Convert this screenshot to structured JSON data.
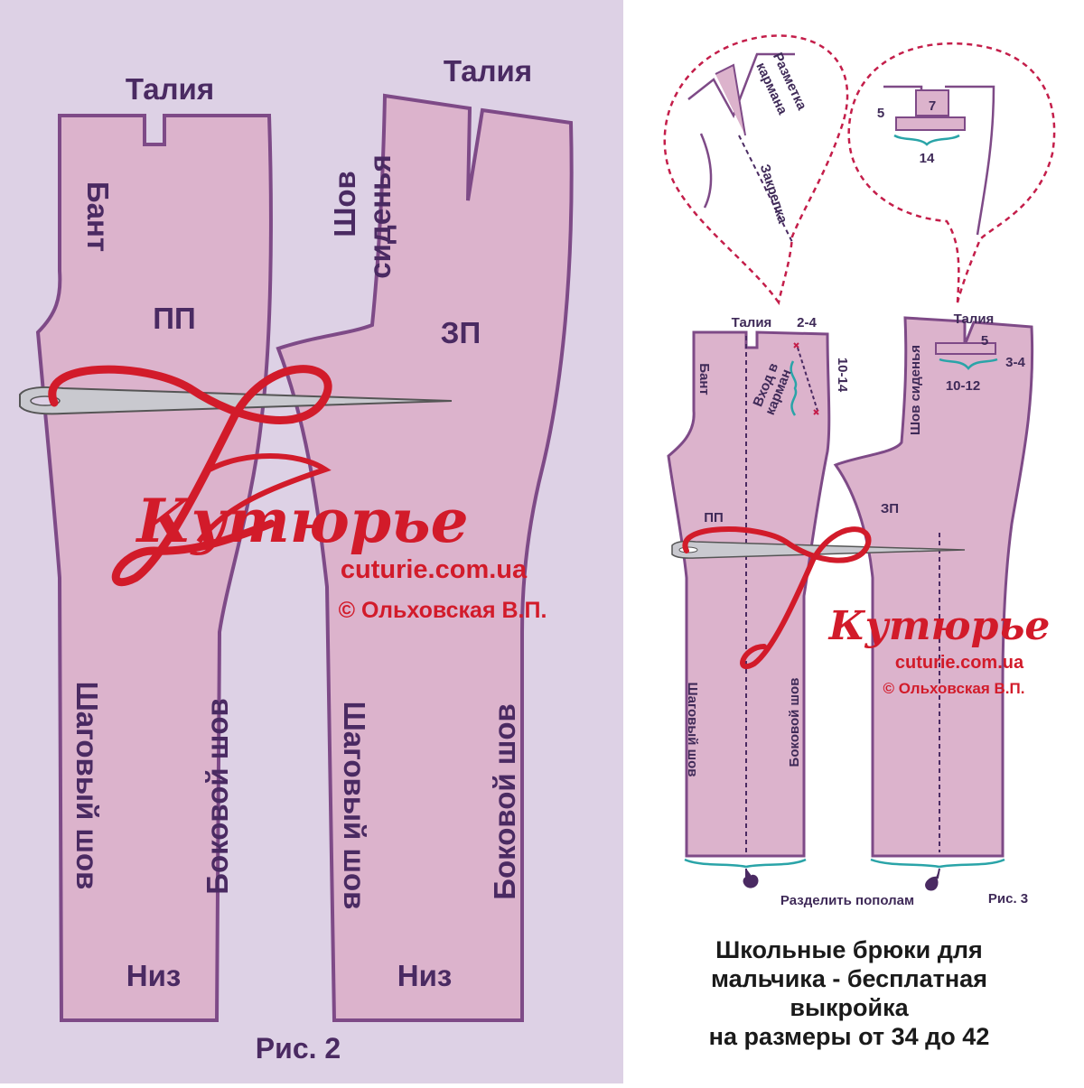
{
  "colors": {
    "left_background": "#ddd1e5",
    "piece_fill": "#dcb3cc",
    "piece_stroke": "#7e4a87",
    "text": "#4a2a62",
    "logo_red": "#d21b2a",
    "accent_teal": "#2aa4a8",
    "dash_red": "#c41e4a"
  },
  "fig2": {
    "front": {
      "waist": "Талия",
      "bow": "Бант",
      "code": "ПП",
      "inseam": "Шаговый шов",
      "side_seam": "Боковой шов",
      "hem": "Низ"
    },
    "back": {
      "waist": "Талия",
      "seat_seam_1": "Шов",
      "seat_seam_2": "сиденья",
      "code": "ЗП",
      "inseam": "Шаговый шов",
      "side_seam": "Боковой шов",
      "hem": "Низ"
    },
    "caption": "Рис. 2"
  },
  "fig3": {
    "bubble_left": {
      "pocket_mark_1": "Разметка",
      "pocket_mark_2": "кармана",
      "bartack": "Закрепка"
    },
    "bubble_right": {
      "width_top": "7",
      "side": "5",
      "width_bottom": "14"
    },
    "front": {
      "waist": "Талия",
      "dim_top": "2-4",
      "dim_side": "10-14",
      "pocket_entry_1": "Вход в",
      "pocket_entry_2": "карман",
      "bow": "Бант",
      "code": "ПП",
      "inseam": "Шаговый шов",
      "side_seam": "Боковой шов"
    },
    "back": {
      "waist": "Талия",
      "dim_5": "5",
      "dim_34": "3-4",
      "dim_1012": "10-12",
      "seat_seam": "Шов сиденья",
      "code": "ЗП"
    },
    "split": "Разделить пополам",
    "caption": "Рис. 3"
  },
  "watermark": {
    "logo_text": "Кутюрье",
    "site": "cuturie.com.ua",
    "author": "© Ольховская В.П."
  },
  "title": {
    "line1": "Школьные брюки для",
    "line2": "мальчика - бесплатная",
    "line3": "выкройка",
    "line4": "на размеры от 34 до 42"
  }
}
